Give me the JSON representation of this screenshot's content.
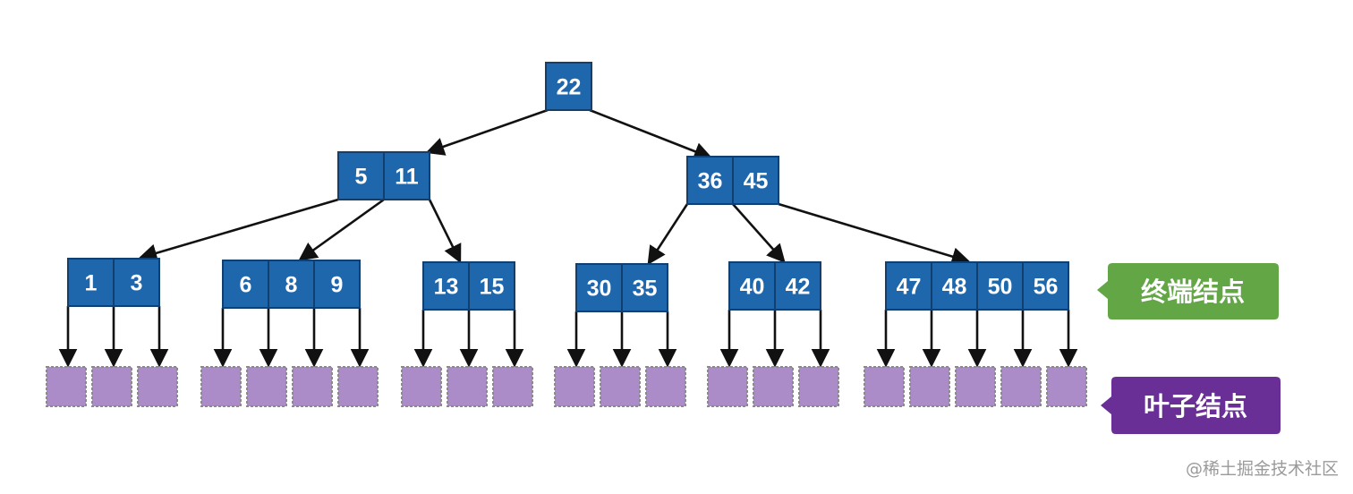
{
  "colors": {
    "node_fill": "#1f67ad",
    "node_stroke": "#123f6e",
    "node_text": "#ffffff",
    "leaf_fill": "#ab8bc8",
    "leaf_stroke": "#8a8a8a",
    "edge": "#111111",
    "terminal_tag": "#62a646",
    "leaf_tag": "#6a2f97",
    "watermark": "#9a9a9a"
  },
  "tree": {
    "root": {
      "keys": [
        "22"
      ]
    },
    "level1": [
      {
        "keys": [
          "5",
          "11"
        ]
      },
      {
        "keys": [
          "36",
          "45"
        ]
      }
    ],
    "level2": [
      {
        "keys": [
          "1",
          "3"
        ]
      },
      {
        "keys": [
          "6",
          "8",
          "9"
        ]
      },
      {
        "keys": [
          "13",
          "15"
        ]
      },
      {
        "keys": [
          "30",
          "35"
        ]
      },
      {
        "keys": [
          "40",
          "42"
        ]
      },
      {
        "keys": [
          "47",
          "48",
          "50",
          "56"
        ]
      }
    ]
  },
  "labels": {
    "terminal_nodes": "终端结点",
    "leaf_nodes": "叶子结点"
  },
  "watermark": "@稀土掘金技术社区"
}
